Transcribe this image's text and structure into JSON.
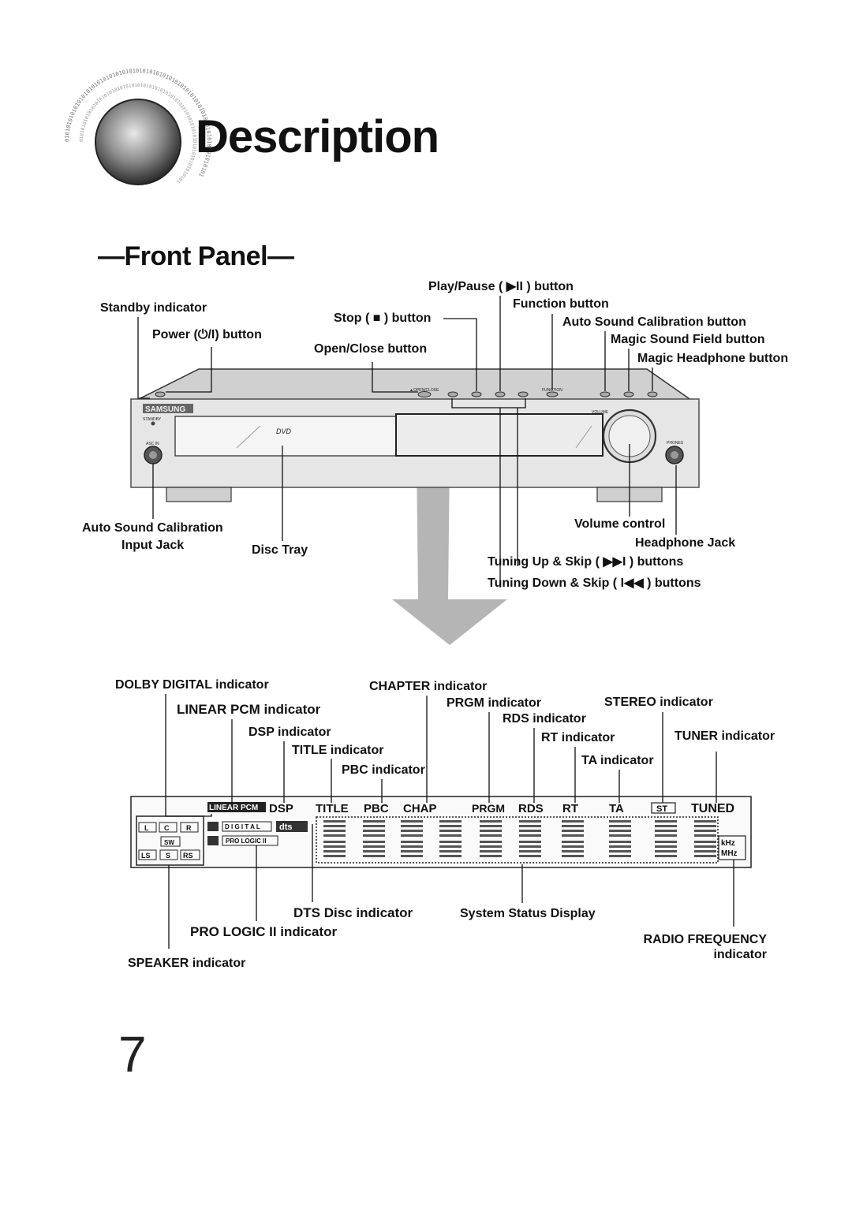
{
  "page": {
    "title": "Description",
    "section_title": "—Front Panel—",
    "page_number": "7"
  },
  "binary_ring_text": "0101010101010101010101010101010101010101010101010101010101010101010101010101",
  "front_panel": {
    "labels": {
      "standby_indicator": "Standby indicator",
      "power_button": "Power (⏻/I) button",
      "stop_button": "Stop ( ■ ) button",
      "open_close_button": "Open/Close button",
      "play_pause_button": "Play/Pause ( ▶II ) button",
      "function_button": "Function button",
      "auto_sound_calibration_button": "Auto Sound Calibration button",
      "magic_sound_field_button": "Magic Sound Field button",
      "magic_headphone_button": "Magic Headphone button",
      "asc_input_jack_line1": "Auto Sound Calibration",
      "asc_input_jack_line2": "Input Jack",
      "disc_tray": "Disc Tray",
      "volume_control": "Volume control",
      "headphone_jack": "Headphone Jack",
      "tuning_up_skip": "Tuning Up & Skip ( ▶▶I ) buttons",
      "tuning_down_skip": "Tuning Down & Skip ( I◀◀ ) buttons"
    },
    "device_text": {
      "brand": "SAMSUNG",
      "standby": "STANDBY",
      "asc_in": "ASC IN",
      "open_close": "▲OPEN/CLOSE",
      "function": "FUNCTION",
      "volume": "VOLUME",
      "phones": "PHONES",
      "dvd": "DVD"
    }
  },
  "display_panel": {
    "labels": {
      "dolby_digital": "DOLBY DIGITAL indicator",
      "linear_pcm": "LINEAR PCM indicator",
      "dsp": "DSP indicator",
      "title": "TITLE indicator",
      "pbc": "PBC indicator",
      "chapter": "CHAPTER indicator",
      "prgm": "PRGM indicator",
      "rds": "RDS indicator",
      "rt": "RT indicator",
      "ta": "TA indicator",
      "stereo": "STEREO indicator",
      "tuner": "TUNER indicator",
      "dts_disc": "DTS Disc indicator",
      "pro_logic": "PRO LOGIC II indicator",
      "speaker": "SPEAKER indicator",
      "system_status": "System Status Display",
      "radio_freq_line1": "RADIO FREQUENCY",
      "radio_freq_line2": "indicator"
    },
    "display_text": {
      "linear_pcm": "LINEAR PCM",
      "dsp": "DSP",
      "title": "TITLE",
      "pbc": "PBC",
      "chap": "CHAP",
      "prgm": "PRGM",
      "rds": "RDS",
      "rt": "RT",
      "ta": "TA",
      "st": "ST",
      "tuned": "TUNED",
      "digital": "D I G I T A L",
      "pro_logic": "PRO LOGIC II",
      "dts": "dts",
      "khz": "kHz",
      "mhz": "MHz",
      "spk_l": "L",
      "spk_c": "C",
      "spk_r": "R",
      "spk_sw": "SW",
      "spk_ls": "LS",
      "spk_s": "S",
      "spk_rs": "RS"
    }
  },
  "colors": {
    "ink": "#111111",
    "device_body": "#e6e6e6",
    "arrow": "#b5b5b5"
  }
}
